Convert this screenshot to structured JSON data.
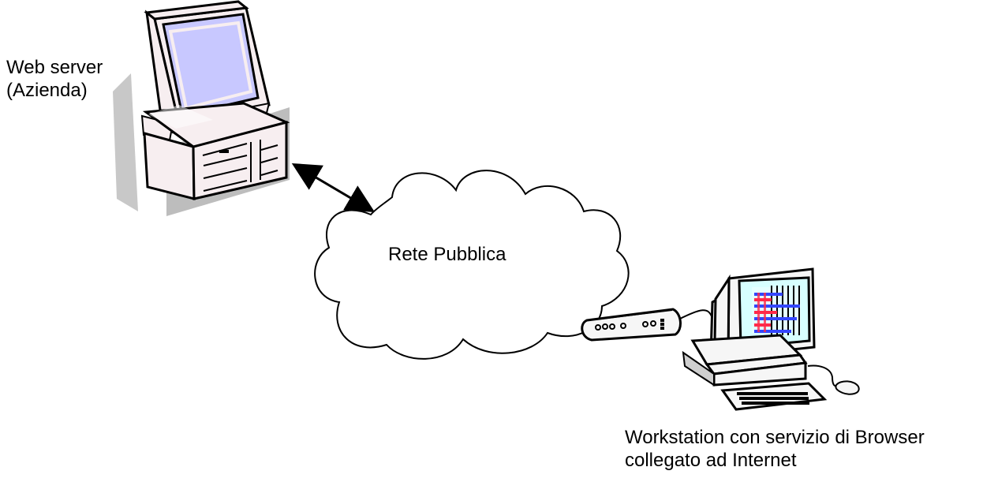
{
  "server": {
    "label_line1": "Web server",
    "label_line2": "(Azienda)",
    "icon": "desktop-server-icon"
  },
  "network": {
    "label": "Rete Pubblica",
    "icon": "cloud-icon"
  },
  "workstation": {
    "label_line1": "Workstation con servizio di Browser",
    "label_line2": "collegato ad Internet",
    "icon": "workstation-icon",
    "modem_icon": "modem-icon"
  },
  "connection": {
    "type": "bidirectional-arrow"
  },
  "colors": {
    "screen_purple": "#c8c8ff",
    "monitor_beige": "#f7eef0",
    "shadow_gray": "#cfcfcf",
    "outline": "#000000",
    "screen_teal": "#d7ffff",
    "bar_red": "#ff2a4a",
    "bar_blue": "#3346ff"
  }
}
